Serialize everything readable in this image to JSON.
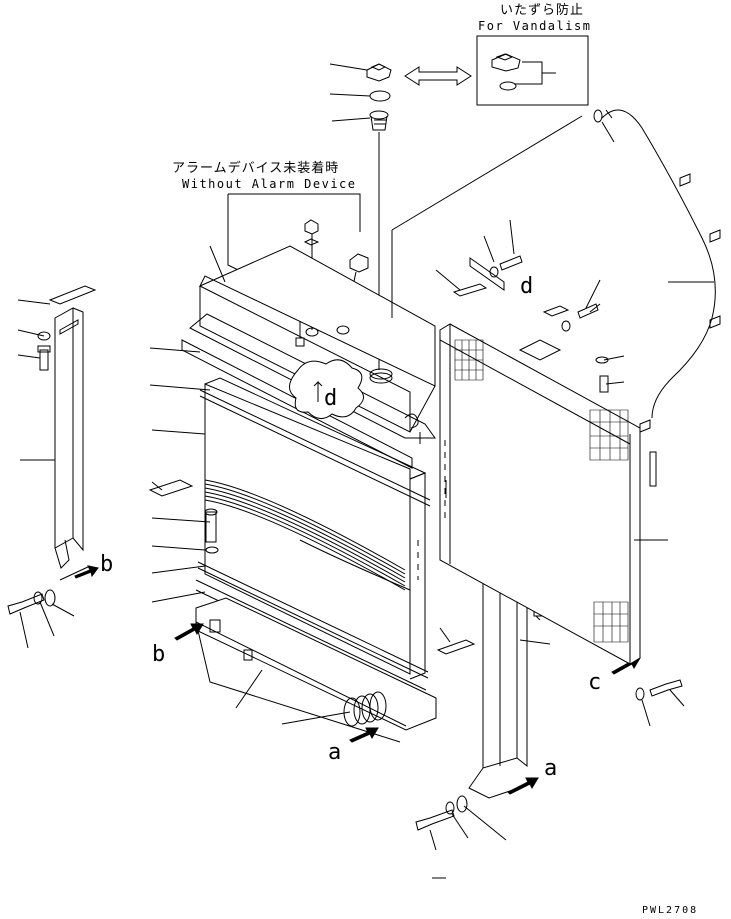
{
  "annotations": {
    "vandalism_jp": "いたずら防止",
    "vandalism_en": "For Vandalism",
    "alarm_jp": "アラームデバイス未装着時",
    "alarm_en": "Without Alarm Device"
  },
  "reference_letters": {
    "b_left": "b",
    "b_mid": "b",
    "a_bottom": "a",
    "a_right": "a",
    "c_right": "c",
    "d_tank": "d",
    "d_bracket": "d"
  },
  "drawing_code": "PWL2708"
}
